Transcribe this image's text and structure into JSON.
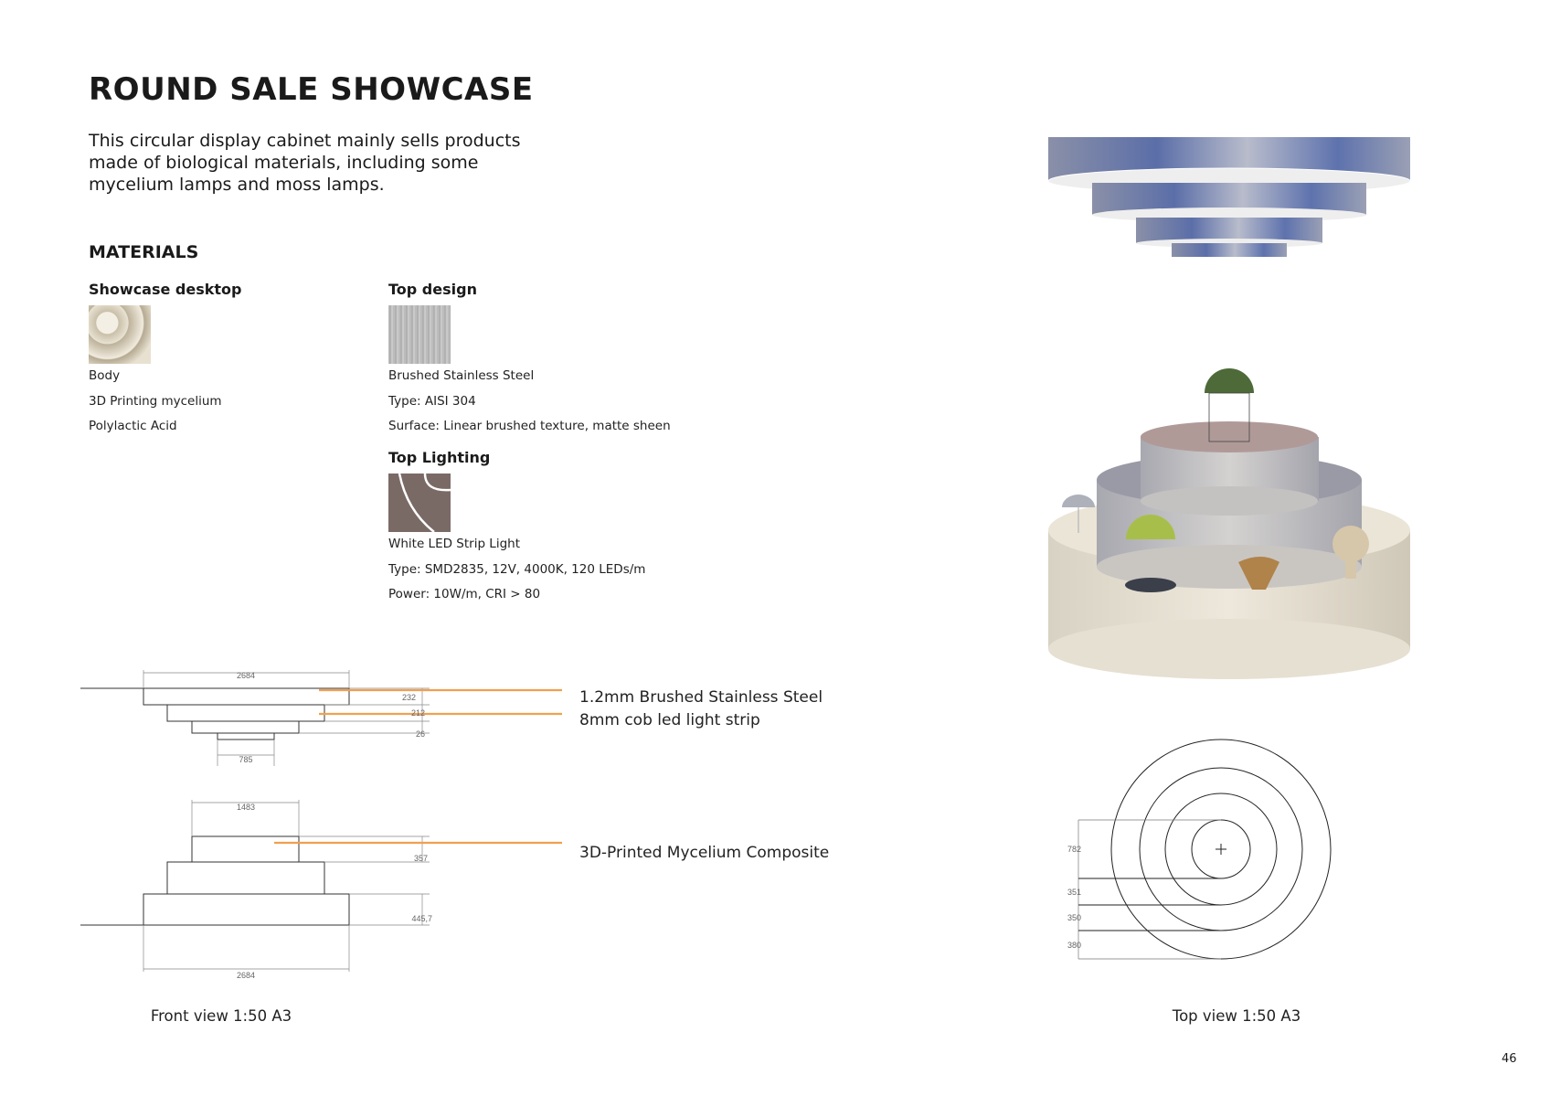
{
  "title": "ROUND SALE SHOWCASE",
  "intro": [
    "This circular display cabinet mainly sells products",
    "made of biological materials, including some",
    "mycelium lamps and moss lamps."
  ],
  "materials_heading": "MATERIALS",
  "materials": {
    "desktop": {
      "heading": "Showcase desktop",
      "lines": [
        "Body",
        "3D Printing mycelium",
        "Polylactic Acid"
      ]
    },
    "top_design": {
      "heading": "Top design",
      "lines": [
        "Brushed Stainless Steel",
        "Type: AISI 304",
        "Surface: Linear brushed texture, matte sheen"
      ]
    },
    "top_lighting": {
      "heading": "Top Lighting",
      "lines": [
        "White LED Strip Light",
        "Type: SMD2835, 12V, 4000K, 120 LEDs/m",
        "Power: 10W/m, CRI > 80"
      ]
    }
  },
  "callouts": [
    "1.2mm Brushed Stainless Steel",
    "8mm cob led light strip",
    "3D-Printed Mycelium Composite"
  ],
  "front_dims": {
    "top_width": "2684",
    "h1": "232",
    "h2": "212",
    "h3": "26",
    "bottom_width_top": "785",
    "base_top_width": "1483",
    "h4": "357",
    "h5": "445,7",
    "base_width": "2684"
  },
  "top_dims": [
    "782",
    "351",
    "350",
    "380"
  ],
  "captions": {
    "front": "Front view 1:50 A3",
    "top": "Top view 1:50 A3"
  },
  "page_number": "46",
  "colors": {
    "accent": "#f0a050"
  }
}
